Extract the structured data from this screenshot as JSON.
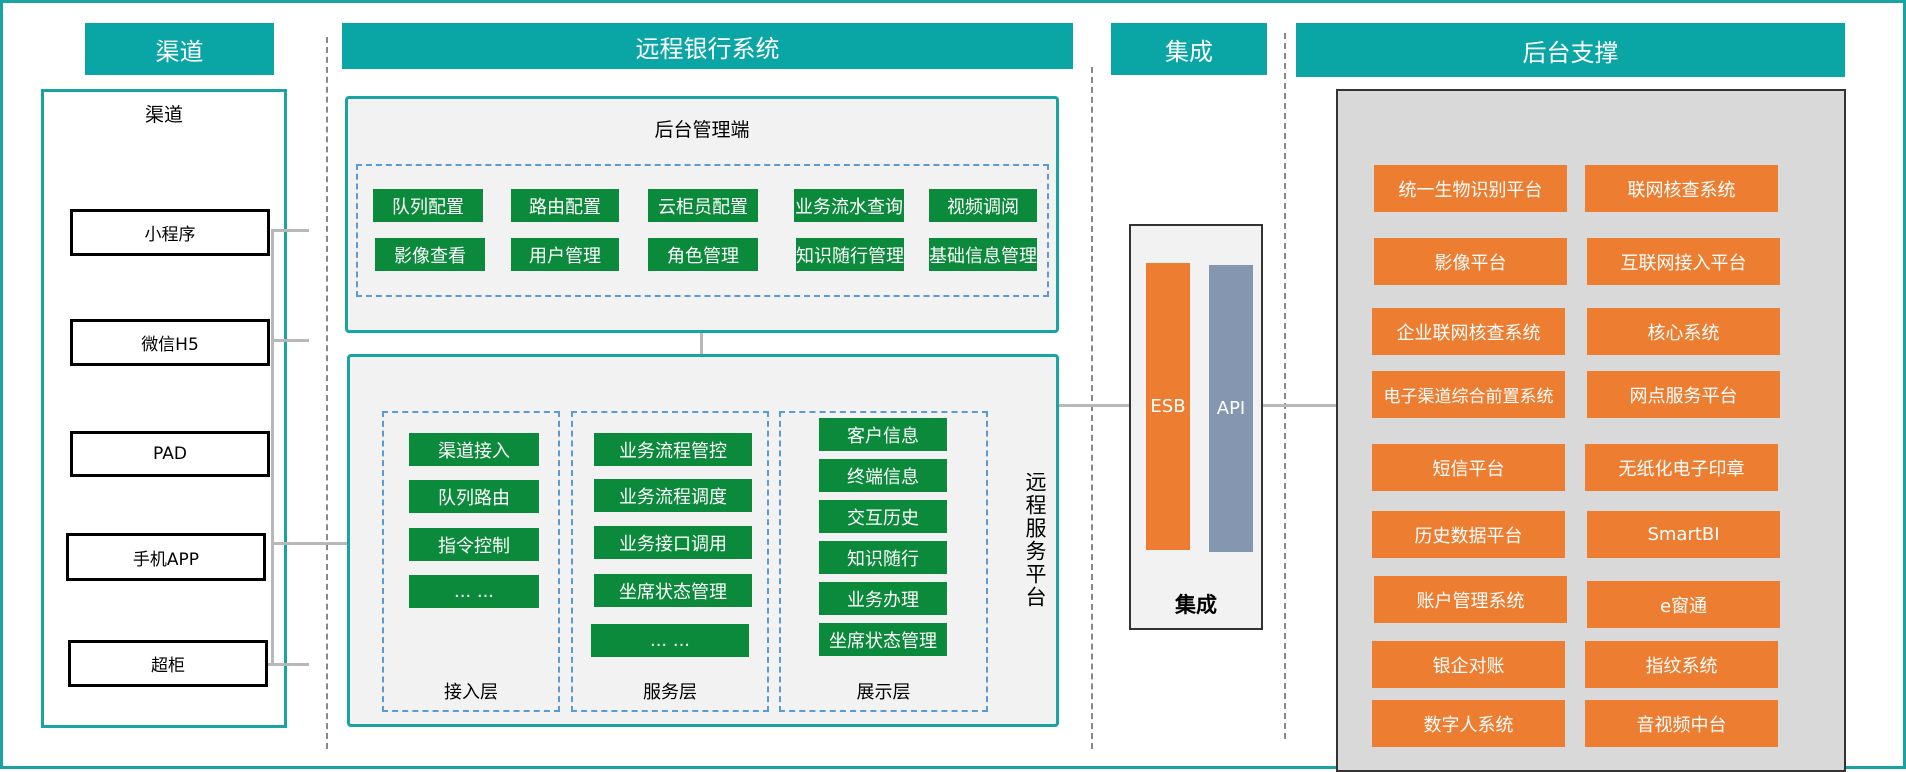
{
  "headers": {
    "channel": "渠道",
    "remote": "远程银行系统",
    "integration": "集成",
    "backend": "后台支撑"
  },
  "channel": {
    "title": "渠道",
    "items": [
      "小程序",
      "微信H5",
      "PAD",
      "手机APP",
      "超柜"
    ]
  },
  "admin": {
    "title": "后台管理端",
    "items": [
      "队列配置",
      "路由配置",
      "云柜员配置",
      "业务流水查询",
      "视频调阅",
      "影像查看",
      "用户管理",
      "角色管理",
      "知识随行管理",
      "基础信息管理"
    ]
  },
  "service_platform": {
    "title": "远程服务平台",
    "access": {
      "label": "接入层",
      "items": [
        "渠道接入",
        "队列路由",
        "指令控制",
        "... ..."
      ]
    },
    "service": {
      "label": "服务层",
      "items": [
        "业务流程管控",
        "业务流程调度",
        "业务接口调用",
        "坐席状态管理",
        "... ..."
      ]
    },
    "display": {
      "label": "展示层",
      "items": [
        "客户信息",
        "终端信息",
        "交互历史",
        "知识随行",
        "业务办理",
        "坐席状态管理"
      ]
    }
  },
  "integration": {
    "esb": "ESB",
    "api": "API",
    "label": "集成"
  },
  "backend": {
    "items": [
      "统一生物识别平台",
      "联网核查系统",
      "影像平台",
      "互联网接入平台",
      "企业联网核查系统",
      "核心系统",
      "电子渠道综合前置系统",
      "网点服务平台",
      "短信平台",
      "无纸化电子印章",
      "历史数据平台",
      "SmartBI",
      "账户管理系统",
      "e窗通",
      "银企对账",
      "指纹系统",
      "数字人系统",
      "音视频中台"
    ]
  },
  "colors": {
    "teal": "#0aa5a5",
    "green": "#0b8a3b",
    "orange": "#ed7d31",
    "api_blue": "#8496b0",
    "dash_blue": "#5b9bd5"
  }
}
